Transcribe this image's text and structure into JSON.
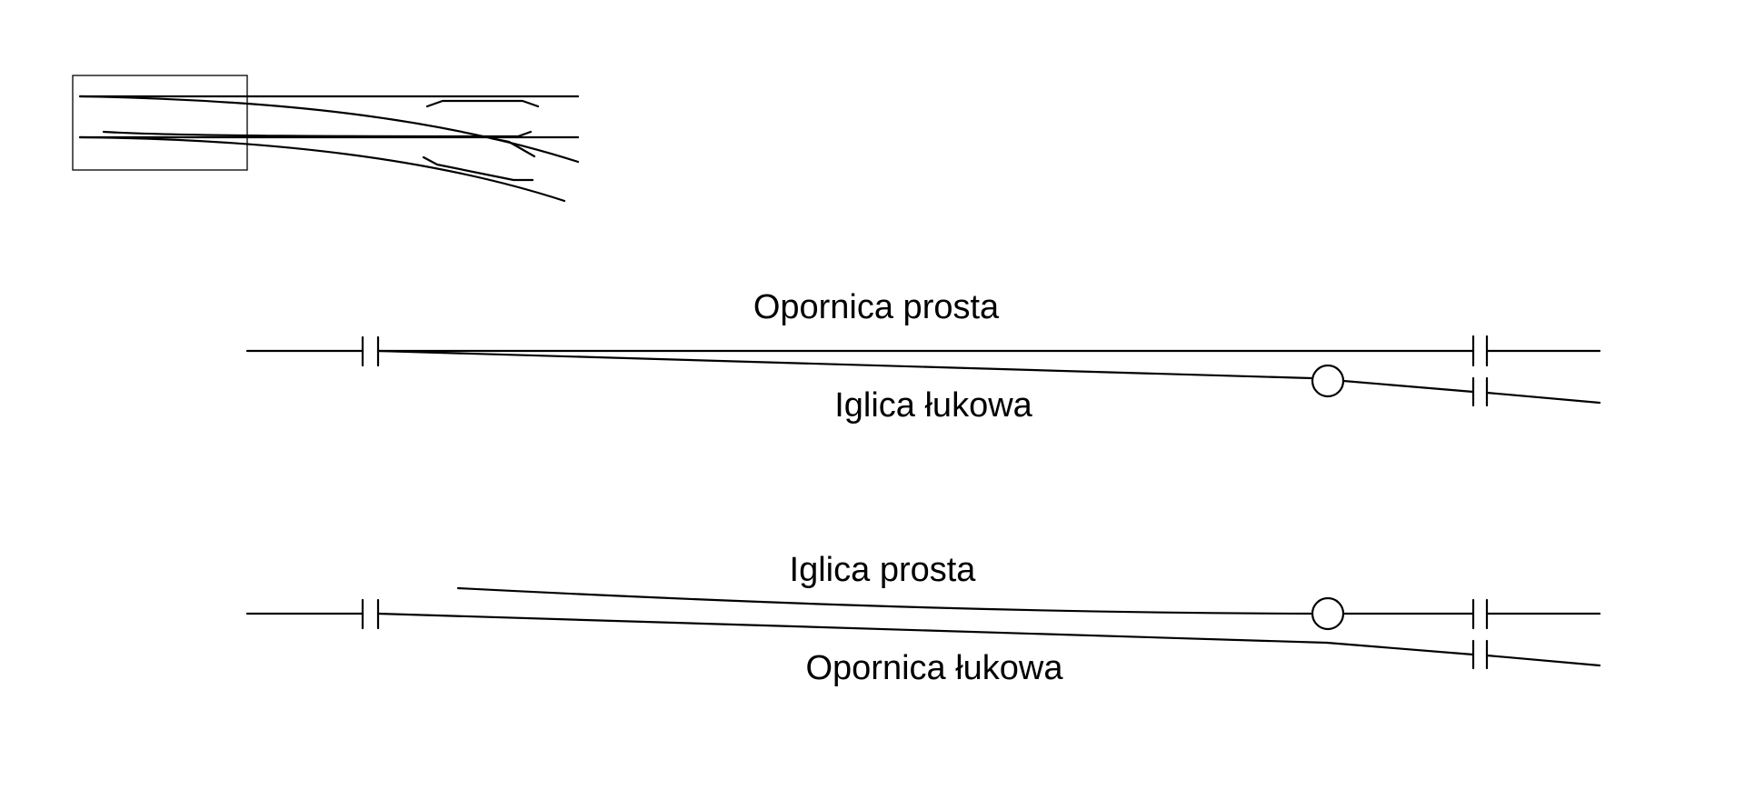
{
  "labels": {
    "top_straight_stock_rail": "Opornica prosta",
    "top_curved_switch_rail": "Iglica łukowa",
    "bottom_straight_switch_rail": "Iglica prosta",
    "bottom_curved_stock_rail": "Opornica łukowa"
  },
  "colors": {
    "line": "#000000",
    "background": "#ffffff"
  }
}
